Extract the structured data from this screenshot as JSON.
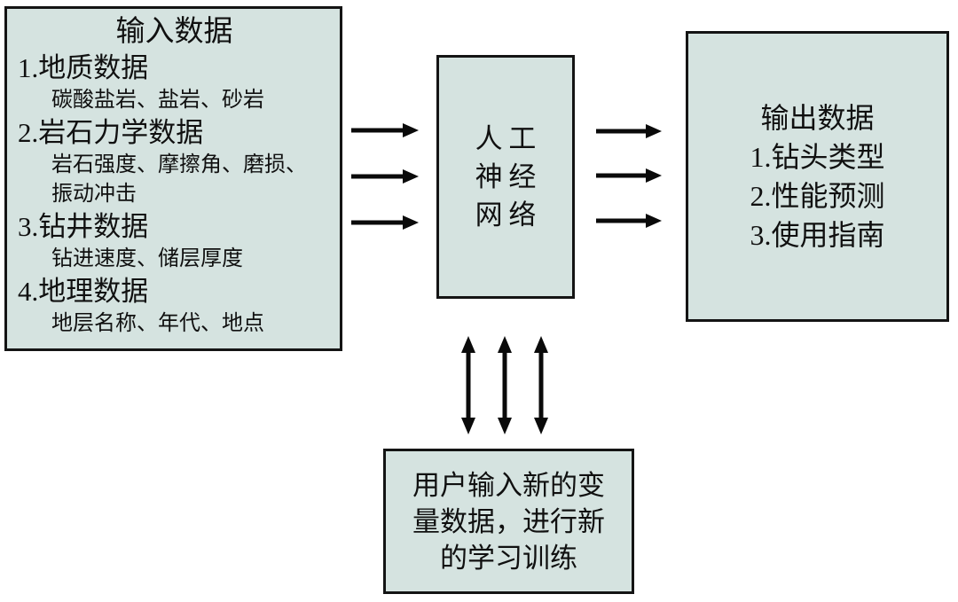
{
  "diagram": {
    "input_box": {
      "title": "输入数据",
      "items": [
        {
          "label": "1.地质数据",
          "detail_lines": [
            "碳酸盐岩、盐岩、砂岩"
          ]
        },
        {
          "label": "2.岩石力学数据",
          "detail_lines": [
            "岩石强度、摩擦角、磨损、",
            "振动冲击"
          ]
        },
        {
          "label": "3.钻井数据",
          "detail_lines": [
            "钻进速度、储层厚度"
          ]
        },
        {
          "label": "4.地理数据",
          "detail_lines": [
            "地层名称、年代、地点"
          ]
        }
      ]
    },
    "ann_box": {
      "lines": [
        "人工",
        "神经",
        "网络"
      ]
    },
    "output_box": {
      "title": "输出数据",
      "items": [
        "1.钻头类型",
        "2.性能预测",
        "3.使用指南"
      ]
    },
    "training_box": {
      "lines": [
        "用户输入新的变",
        "量数据，进行新",
        "的学习训练"
      ]
    },
    "colors": {
      "box_fill": "#d5e3e0",
      "box_border": "#141414",
      "arrow": "#0a0a0a",
      "background": "#ffffff"
    }
  }
}
